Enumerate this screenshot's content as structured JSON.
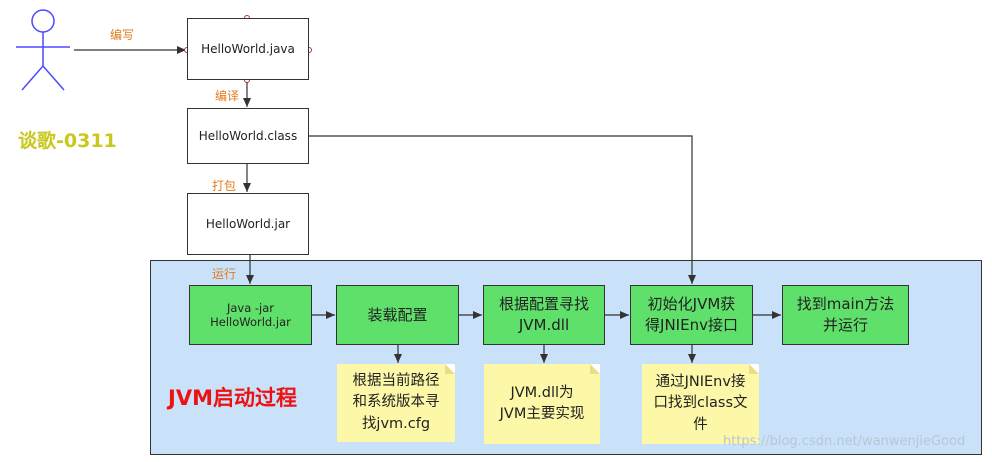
{
  "author_label": "谈歌-0311",
  "panel_title": "JVM启动过程",
  "watermark": "https://blog.csdn.net/wanwenjieGood",
  "edges": {
    "write": "编写",
    "compile": "编译",
    "package": "打包",
    "run": "运行"
  },
  "files": {
    "java": "HelloWorld.java",
    "class": "HelloWorld.class",
    "jar": "HelloWorld.jar"
  },
  "steps": [
    {
      "label": "Java -jar\nHelloWorld.jar"
    },
    {
      "label": "装载配置"
    },
    {
      "label": "根据配置寻找\nJVM.dll"
    },
    {
      "label": "初始化JVM获\n得JNIEnv接口"
    },
    {
      "label": "找到main方法\n并运行"
    }
  ],
  "notes": [
    {
      "text": "根据当前路径\n和系统版本寻\n找jvm.cfg"
    },
    {
      "text": "JVM.dll为\nJVM主要实现"
    },
    {
      "text": "通过JNIEnv接\n口找到class文\n件"
    }
  ],
  "colors": {
    "panel": "#c9e2fa",
    "step": "#5fe06a",
    "note": "#fdf7a8",
    "edge_label": "#e07b1a",
    "title": "#ee1111",
    "author": "#c8c820",
    "actor": "#4a4aff"
  }
}
